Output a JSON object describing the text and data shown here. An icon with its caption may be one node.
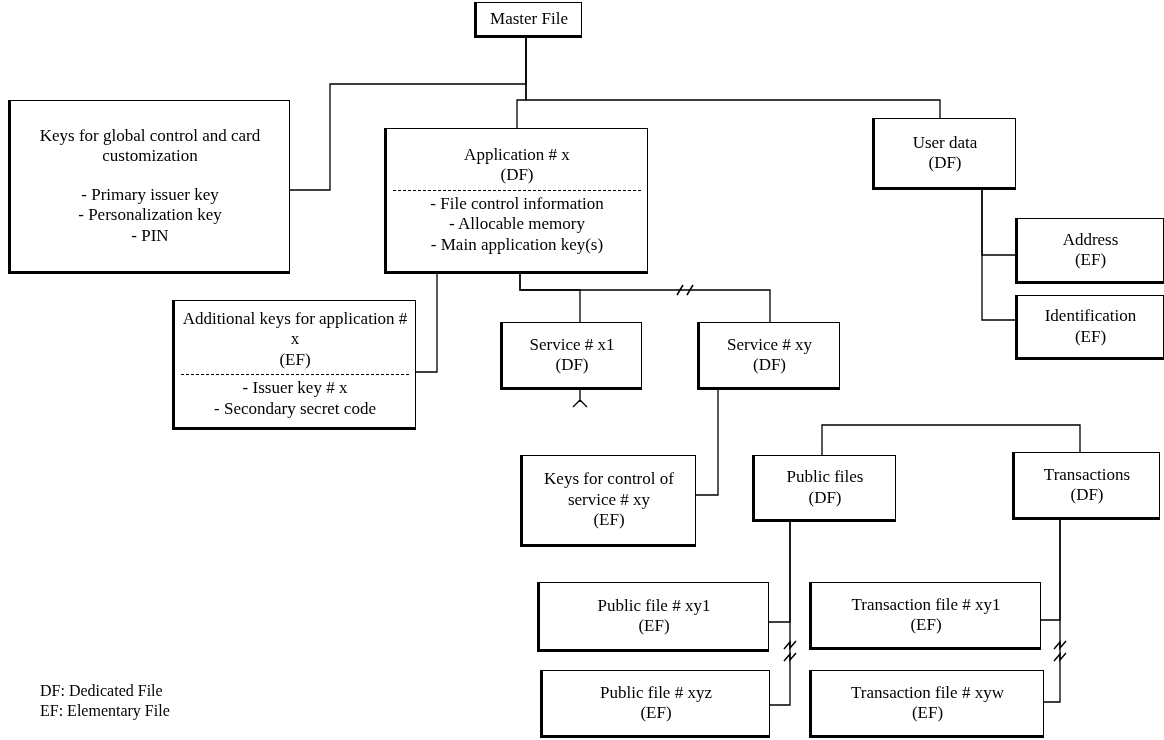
{
  "diagram": {
    "nodes": [
      {
        "text": [
          "Master File"
        ]
      },
      {
        "text": [
          "Keys for global control and card customization",
          "- Primary issuer key",
          "- Personalization key",
          "- PIN"
        ]
      },
      {
        "text": [
          "Application # x",
          "(DF)",
          "- File control information",
          "- Allocable memory",
          "- Main application key(s)"
        ]
      },
      {
        "text": [
          "User data",
          "(DF)"
        ]
      },
      {
        "text": [
          "Additional keys for application # x",
          "(EF)",
          "- Issuer key # x",
          "- Secondary secret code"
        ]
      },
      {
        "text": [
          "Service # x1",
          "(DF)"
        ]
      },
      {
        "text": [
          "Service # xy",
          "(DF)"
        ]
      },
      {
        "text": [
          "Address",
          "(EF)"
        ]
      },
      {
        "text": [
          "Identification",
          "(EF)"
        ]
      },
      {
        "text": [
          "Keys for control of service # xy",
          "(EF)"
        ]
      },
      {
        "text": [
          "Public files",
          "(DF)"
        ]
      },
      {
        "text": [
          "Transactions",
          "(DF)"
        ]
      },
      {
        "text": [
          "Public file # xy1",
          "(EF)"
        ]
      },
      {
        "text": [
          "Public file # xyz",
          "(EF)"
        ]
      },
      {
        "text": [
          "Transaction file # xy1",
          "(EF)"
        ]
      },
      {
        "text": [
          "Transaction file # xyw",
          "(EF)"
        ]
      }
    ],
    "edges": [
      {
        "from": 0,
        "to": 1,
        "arrow": "none"
      },
      {
        "from": 0,
        "to": 2,
        "arrow": "none"
      },
      {
        "from": 0,
        "to": 3,
        "arrow": "none"
      },
      {
        "from": 2,
        "to": 4,
        "arrow": "none"
      },
      {
        "from": 2,
        "to": 5,
        "arrow": "none"
      },
      {
        "from": 2,
        "to": 6,
        "arrow": "none"
      },
      {
        "from": 6,
        "to": 9,
        "arrow": "none"
      },
      {
        "from": 10,
        "to": 11,
        "arrow": "none"
      },
      {
        "from": 10,
        "to": 12,
        "arrow": "none"
      },
      {
        "from": 10,
        "to": 13,
        "arrow": "none"
      },
      {
        "from": 11,
        "to": 14,
        "arrow": "none"
      },
      {
        "from": 11,
        "to": 15,
        "arrow": "none"
      },
      {
        "from": 3,
        "to": 7,
        "arrow": "none"
      },
      {
        "from": 3,
        "to": 8,
        "arrow": "none"
      }
    ],
    "labels": [
      "DF: Dedicated File",
      "EF: Elementary File"
    ]
  }
}
